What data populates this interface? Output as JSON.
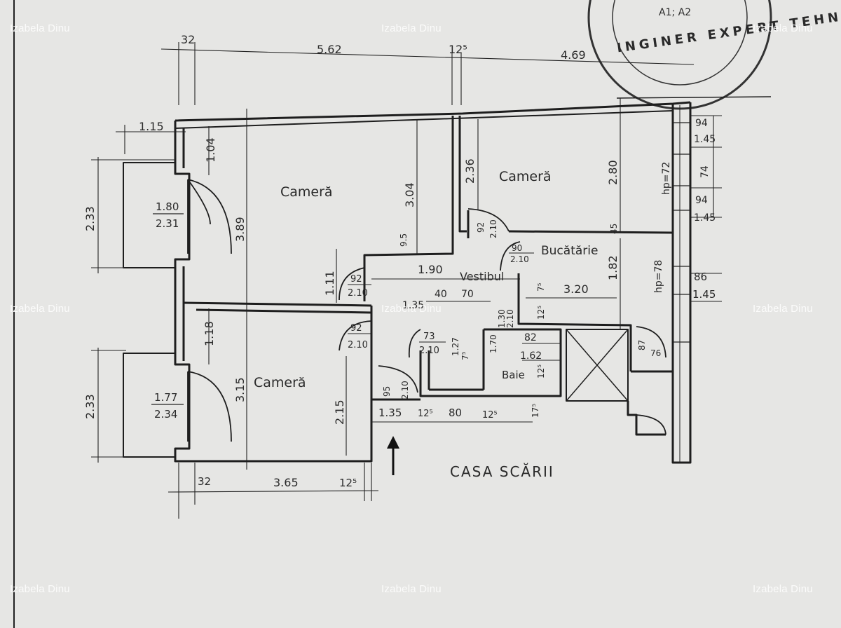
{
  "watermarks": [
    {
      "text": "Izabela Dinu"
    },
    {
      "text": "Izabela Dinu"
    },
    {
      "text": "Izabela Dinu"
    },
    {
      "text": "Izabela Dinu"
    },
    {
      "text": "Izabela Dinu"
    },
    {
      "text": "Izabela Dinu"
    },
    {
      "text": "Izabela Dinu"
    },
    {
      "text": "Izabela Dinu"
    }
  ],
  "stamp": {
    "text": "INGINER EXPERT TEHNIC",
    "code": "A1; A2"
  },
  "rooms": {
    "camera_1": "Cameră",
    "camera_2": "Cameră",
    "camera_3": "Cameră",
    "bucatarie": "Bucătărie",
    "vestibul": "Vestibul",
    "baie": "Baie"
  },
  "stairwell": "CASA SCĂRII",
  "dimensions": {
    "top_32": "32",
    "top_562": "5.62",
    "top_125": "12⁵",
    "top_469": "4.69",
    "left_115": "1.15",
    "left_104": "1.04",
    "left_233a": "2.33",
    "left_233b": "2.33",
    "h_389": "3.89",
    "h_304": "3.04",
    "h_236": "2.36",
    "h_280": "2.80",
    "h_118": "1.18",
    "h_315": "3.15",
    "h_215": "2.15",
    "h_111": "1.11",
    "h_182": "1.82",
    "right_94a": "94",
    "right_145a": "1.45",
    "right_74": "74",
    "right_94b": "94",
    "right_145b": "1.45",
    "right_86": "86",
    "right_145c": "1.45",
    "hp72": "hp=72",
    "hp78": "hp=78",
    "w_190": "1.90",
    "w_320": "3.20",
    "w_40": "40",
    "w_70": "70",
    "w_135a": "1.35",
    "w_82": "82",
    "w_162": "1.62",
    "w_135b": "1.35",
    "w_12a": "12⁵",
    "w_80": "80",
    "w_12b": "12⁵",
    "w_17": "17⁵",
    "w_95": "9.5",
    "bot_32": "32",
    "bot_365": "3.65",
    "bot_125": "12⁵",
    "s_75": "7⁵",
    "s_12": "12⁵",
    "s_45": "45",
    "s_75b": "7⁵",
    "s_127": "1.27",
    "s_170": "1.70",
    "s_130": "1.30",
    "s_210": "2.10",
    "s_87": "87",
    "s_76": "76",
    "s_12c": "12⁵"
  },
  "openings": {
    "win1_w": "1.80",
    "win1_h": "2.31",
    "win2_w": "1.77",
    "win2_h": "2.34",
    "door_92a": "92",
    "door_210a": "2.10",
    "door_92b": "92",
    "door_210b": "2.10",
    "door_92c": "92",
    "door_210c": "2.10",
    "door_90": "90",
    "door_210d": "2.10",
    "door_73": "73",
    "door_210e": "2.10",
    "door_95": "95",
    "door_210f": "2.10"
  }
}
